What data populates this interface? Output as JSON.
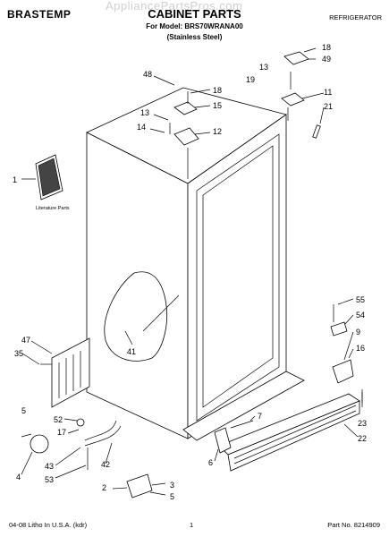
{
  "header": {
    "brand": "BRASTEMP",
    "title": "CABINET PARTS",
    "model": "For Model: BRS70WRANA00",
    "finish": "(Stainless Steel)",
    "category": "REFRIGERATOR",
    "watermark": "AppliancePartsPros.com"
  },
  "literature_label": "Literature Parts",
  "callouts": [
    "1",
    "48",
    "18",
    "49",
    "13",
    "19",
    "11",
    "21",
    "18",
    "15",
    "13",
    "14",
    "12",
    "55",
    "54",
    "9",
    "16",
    "47",
    "35",
    "41",
    "5",
    "52",
    "17",
    "7",
    "23",
    "22",
    "4",
    "43",
    "53",
    "42",
    "6",
    "2",
    "3",
    "5"
  ],
  "footer": {
    "left": "04-08 Litho In U.S.A. (kdr)",
    "page": "1",
    "part_no": "Part No. 8214909"
  }
}
